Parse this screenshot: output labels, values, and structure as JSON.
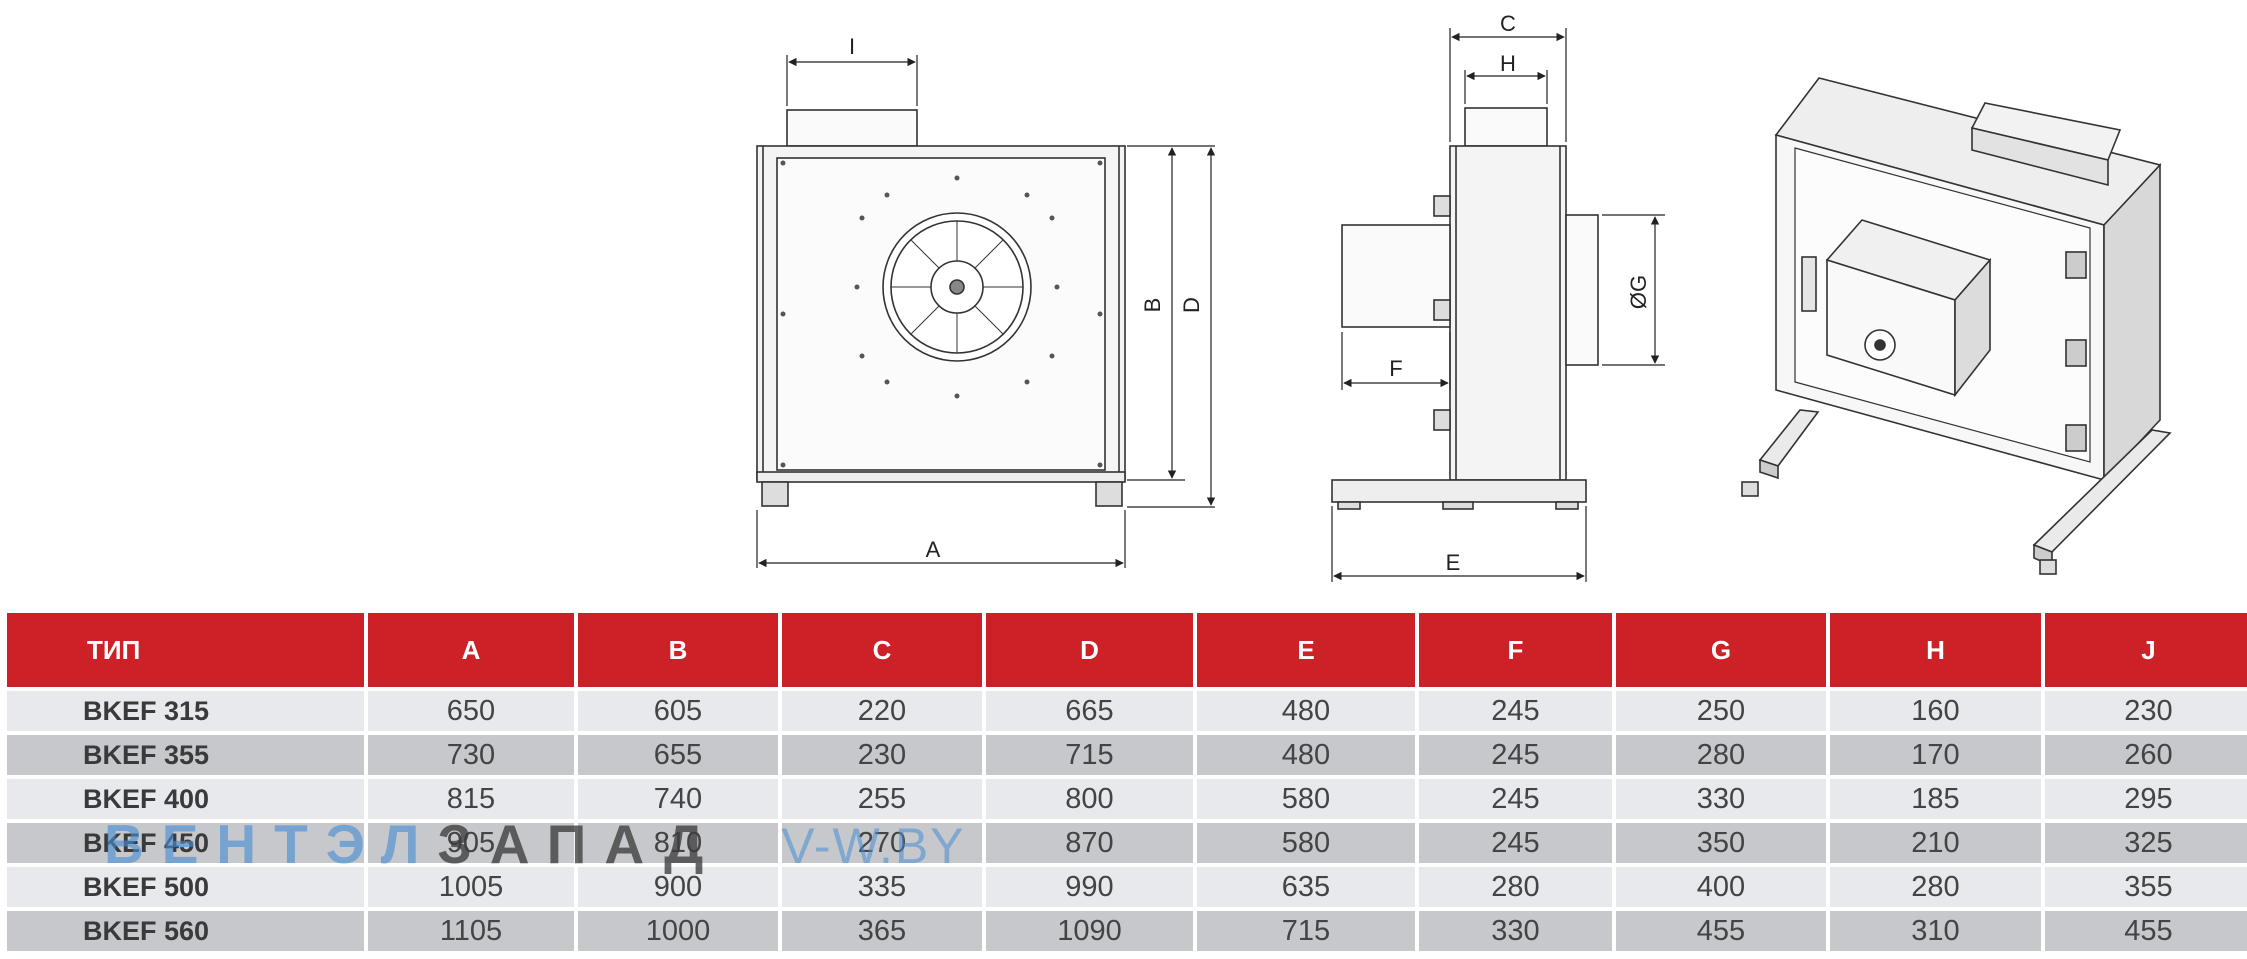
{
  "drawings": {
    "front_labels": {
      "i": "I",
      "a": "A",
      "b": "B",
      "d": "D"
    },
    "side_labels": {
      "c": "C",
      "h": "H",
      "g": "ØG",
      "f": "F",
      "e": "E"
    }
  },
  "table": {
    "headers": [
      "ТИП",
      "A",
      "B",
      "C",
      "D",
      "E",
      "F",
      "G",
      "H",
      "J"
    ],
    "rows": [
      [
        "BKEF 315",
        "650",
        "605",
        "220",
        "665",
        "480",
        "245",
        "250",
        "160",
        "230"
      ],
      [
        "BKEF 355",
        "730",
        "655",
        "230",
        "715",
        "480",
        "245",
        "280",
        "170",
        "260"
      ],
      [
        "BKEF 400",
        "815",
        "740",
        "255",
        "800",
        "580",
        "245",
        "330",
        "185",
        "295"
      ],
      [
        "BKEF 450",
        "905",
        "810",
        "270",
        "870",
        "580",
        "245",
        "350",
        "210",
        "325"
      ],
      [
        "BKEF 500",
        "1005",
        "900",
        "335",
        "990",
        "635",
        "280",
        "400",
        "280",
        "355"
      ],
      [
        "BKEF 560",
        "1105",
        "1000",
        "365",
        "1090",
        "715",
        "330",
        "455",
        "310",
        "455"
      ]
    ]
  },
  "watermark": {
    "part1": "ВЕНТЭЛ",
    "part2": "ЗАПАД",
    "part3": "V-W.BY"
  },
  "colors": {
    "header": "#cb2127",
    "row_light": "#e8e9ec",
    "row_dark": "#c6c8cc"
  }
}
